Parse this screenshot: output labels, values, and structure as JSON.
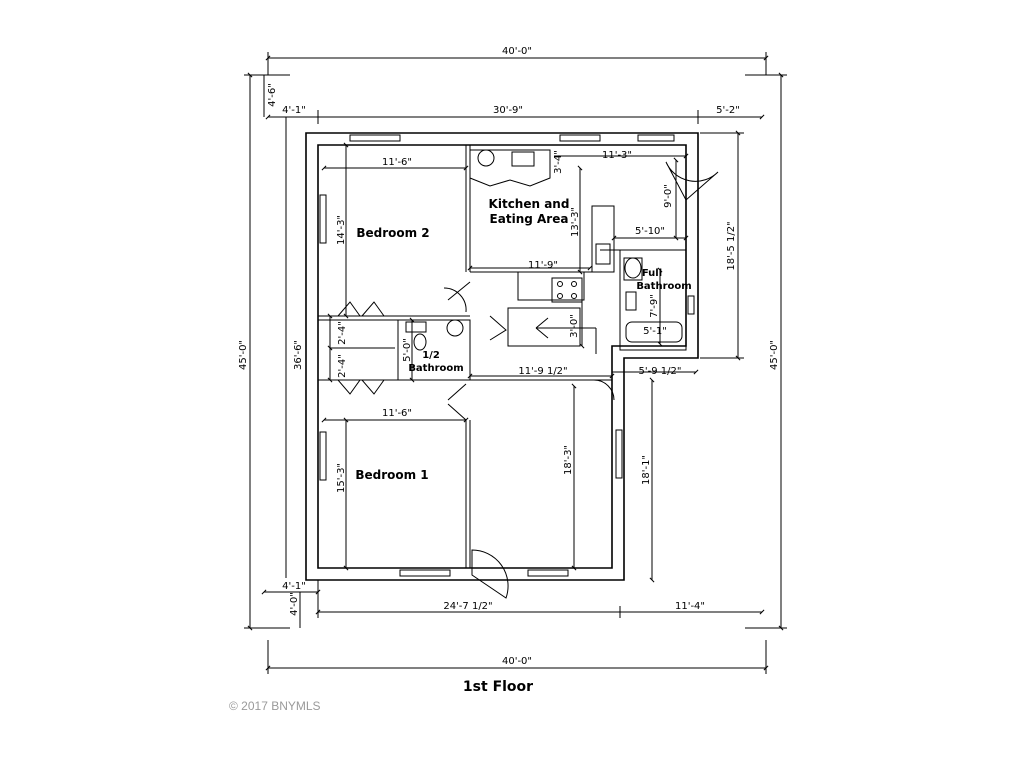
{
  "floor_title": "1st Floor",
  "copyright": "© 2017 BNYMLS",
  "rooms": {
    "bedroom2": "Bedroom 2",
    "bedroom1": "Bedroom 1",
    "kitchen_line1": "Kitchen and",
    "kitchen_line2": "Eating Area",
    "half_bath_line1": "1/2",
    "half_bath_line2": "Bathroom",
    "full_bath_line1": "Full",
    "full_bath_line2": "Bathroom"
  },
  "dimensions": {
    "overall_top": "40'-0\"",
    "top_left_offset": "4'-1\"",
    "top_main": "30'-9\"",
    "top_right": "5'-2\"",
    "left_top_offset": "4'-6\"",
    "left_overall": "45'-0\"",
    "left_inner": "36'-6\"",
    "right_overall": "45'-0\"",
    "right_bath_height": "18'-5 1/2\"",
    "bedroom2_width": "11'-6\"",
    "bedroom2_height": "14'-3\"",
    "kitchen_top": "11'-3\"",
    "kitchen_height": "13'-3\"",
    "kitchen_width": "11'-9\"",
    "kitchen_small": "3'-4\"",
    "kitchen_right": "9'-0\"",
    "bath_width": "5'-10\"",
    "bath_height": "7'-9\"",
    "tub_width": "5'-1\"",
    "closet1": "2'-4\"",
    "closet2": "2'-4\"",
    "half_bath_width": "5'-0\"",
    "hall_height": "3'-0\"",
    "hall_width": "11'-9 1/2\"",
    "right_bottom_width": "5'-9 1/2\"",
    "bedroom1_width": "11'-6\"",
    "bedroom1_height": "15'-3\"",
    "living_height": "18'-3\"",
    "living_right_height": "18'-1\"",
    "bottom_left_offset": "4'-1\"",
    "bottom_offset_v": "4'-0\"",
    "bottom_main": "24'-7 1/2\"",
    "bottom_right": "11'-4\"",
    "overall_bottom": "40'-0\""
  }
}
